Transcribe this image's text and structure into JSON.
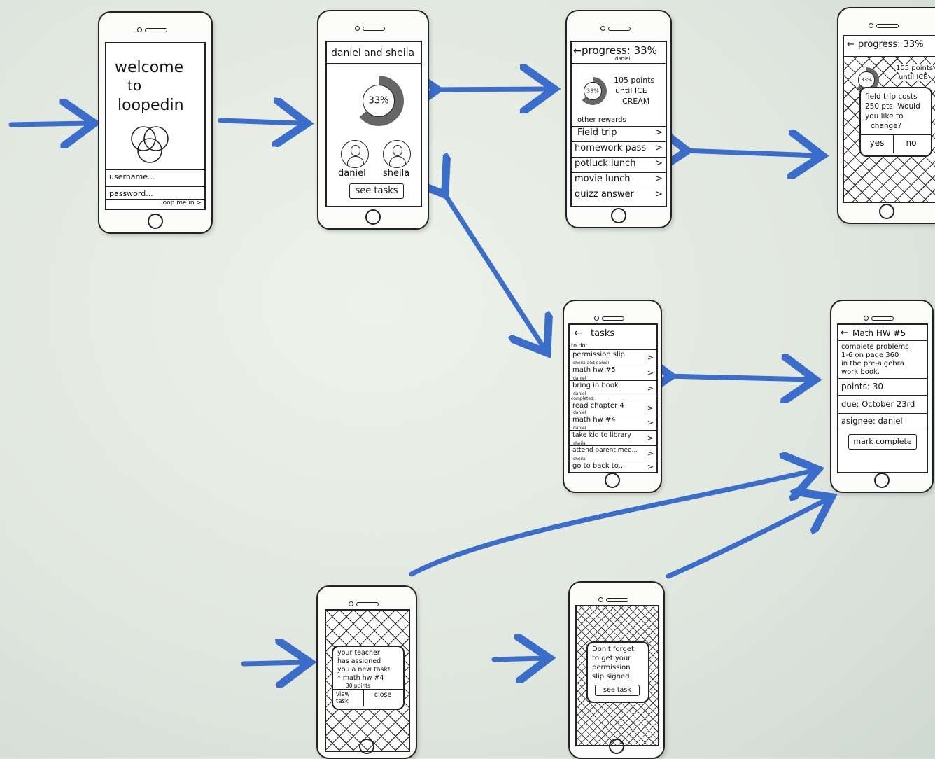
{
  "colors": {
    "arrow": "#2d63c9",
    "ink": "#111111",
    "board": "#e4ebe4"
  },
  "login": {
    "title_line1": "welcome",
    "title_line2": "to",
    "title_line3": "loopedin",
    "logo_icon": "three-circles-logo-icon",
    "username_placeholder": "username...",
    "password_placeholder": "password...",
    "submit_label": "loop me in >"
  },
  "family": {
    "title": "daniel and sheila",
    "progress": "33%",
    "progress_fraction": 0.33,
    "child1": "daniel",
    "child2": "sheila",
    "button": "see tasks"
  },
  "rewards": {
    "back": "←",
    "title": "progress: 33%",
    "subtitle": "daniel",
    "progress": "33%",
    "points_line1": "105 points",
    "points_line2": "until ICE",
    "points_line3": "CREAM",
    "section": "other rewards",
    "items": [
      "Field trip",
      "homework pass",
      "potluck lunch",
      "movie lunch",
      "quizz answer"
    ]
  },
  "confirm": {
    "back": "←",
    "title": "progress: 33%",
    "points": "105 points",
    "until": "until ICE",
    "progress": "33%",
    "message_line1": "field trip costs",
    "message_line2": "250 pts. Would",
    "message_line3": "you like to",
    "message_line4": "change?",
    "yes": "yes",
    "no": "no"
  },
  "tasks": {
    "back": "←",
    "title": "tasks",
    "todo_header": "to do:",
    "completed_header": "completed:",
    "todo": [
      {
        "label": "permission slip",
        "sub": "sheila and daniel"
      },
      {
        "label": "math hw #5",
        "sub": "daniel"
      },
      {
        "label": "bring in book",
        "sub": "daniel"
      }
    ],
    "completed": [
      {
        "label": "read chapter 4",
        "sub": "daniel"
      },
      {
        "label": "math hw #4",
        "sub": "daniel"
      },
      {
        "label": "take kid to library",
        "sub": "sheila"
      },
      {
        "label": "attend parent mee...",
        "sub": "sheila"
      },
      {
        "label": "go to back to...",
        "sub": ""
      }
    ]
  },
  "detail": {
    "back": "←",
    "title": "Math HW #5",
    "desc_line1": "complete problems",
    "desc_line2": "1-6 on page 360",
    "desc_line3": "in the pre-algebra",
    "desc_line4": "work book.",
    "points": "points: 30",
    "due": "due: October 23rd",
    "assignee": "asignee: daniel",
    "button": "mark complete"
  },
  "notification1": {
    "line1": "your teacher",
    "line2": "has assigned",
    "line3": "you a new task!",
    "line4": "* math hw #4",
    "line5": "30 points",
    "view": "view task",
    "close": "close"
  },
  "notification2": {
    "line1": "Don't forget",
    "line2": "to get your",
    "line3": "permission",
    "line4": "slip signed!",
    "button": "see task"
  }
}
